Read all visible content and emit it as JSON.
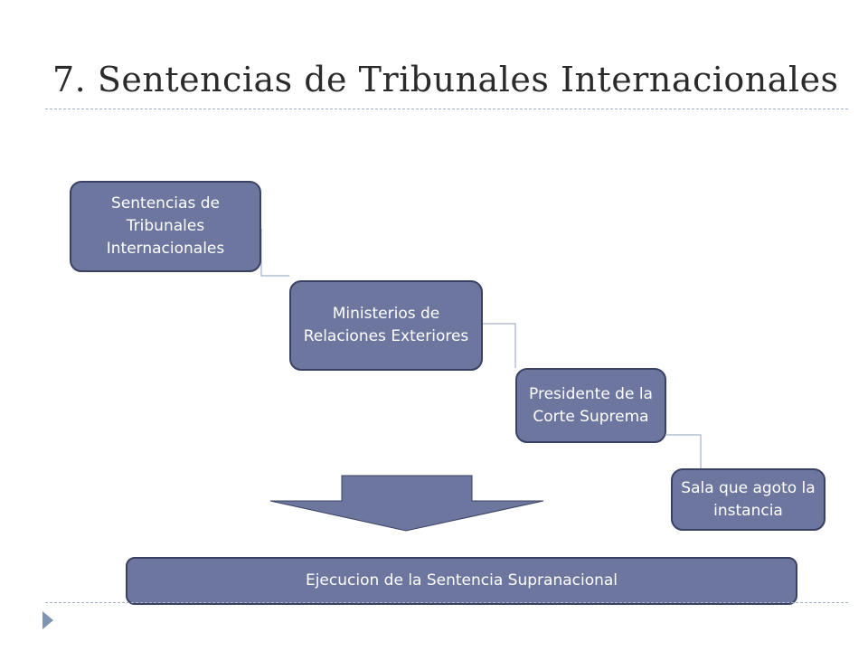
{
  "slide": {
    "title": "7. Sentencias de Tribunales Internacionales"
  },
  "diagram": {
    "steps": [
      "Sentencias de Tribunales Internacionales",
      "Ministerios de Relaciones Exteriores",
      "Presidente de la Corte Suprema",
      "Sala que agoto la instancia"
    ],
    "result": "Ejecucion de la Sentencia Supranacional"
  },
  "colors": {
    "box_fill": "#6c769f",
    "box_border": "#3b4162",
    "connector": "#8ea2bf",
    "rule": "#9fb1c7"
  }
}
